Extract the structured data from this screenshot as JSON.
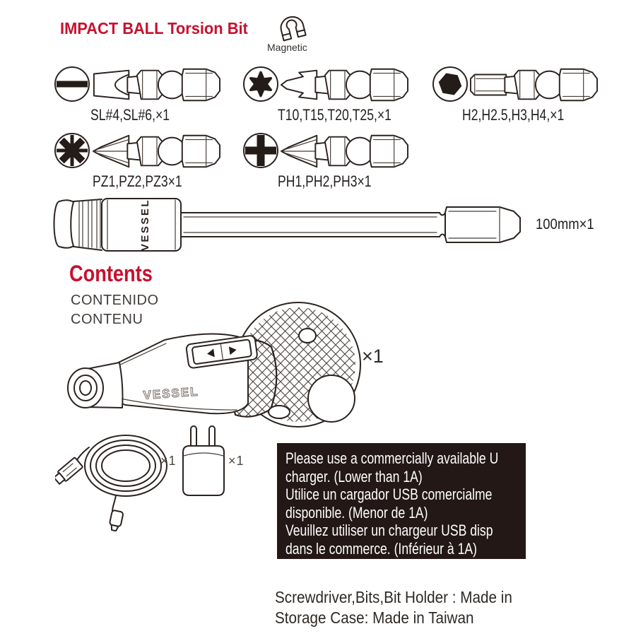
{
  "header": {
    "title": "IMPACT BALL Torsion Bit",
    "magnet_label": "Magnetic",
    "magnet_icon": "horseshoe-magnet-icon"
  },
  "bits": [
    {
      "tip": "slotted",
      "icon": "slotted-tip-icon",
      "label": "SL#4,SL#6,×1"
    },
    {
      "tip": "torx",
      "icon": "torx-tip-icon",
      "label": "T10,T15,T20,T25,×1"
    },
    {
      "tip": "hex",
      "icon": "hex-tip-icon",
      "label": "H2,H2.5,H3,H4,×1"
    },
    {
      "tip": "pozidriv",
      "icon": "pozidriv-tip-icon",
      "label": "PZ1,PZ2,PZ3×1"
    },
    {
      "tip": "phillips",
      "icon": "phillips-tip-icon",
      "label": "PH1,PH2,PH3×1"
    }
  ],
  "bit_holder": {
    "brand": "VESSEL",
    "qty_label": "100mm×1"
  },
  "contents": {
    "heading": "Contents",
    "subheading_es": "CONTENIDO",
    "subheading_fr": "CONTENU",
    "screwdriver_brand": "VESSEL",
    "screwdriver_qty": "×1",
    "usb_cable_qty": "×1",
    "usb_charger_qty": "×1"
  },
  "notice": {
    "lines": [
      "Please use a commercially available U",
      "charger. (Lower than 1A)",
      "Utilice un cargador USB comercialme",
      "disponible. (Menor de 1A)",
      "Veuillez utiliser un chargeur USB disp",
      "dans le commerce. (Inférieur à 1A)"
    ]
  },
  "footer": {
    "origin_line1": "Screwdriver,Bits,Bit Holder : Made in",
    "origin_line2": "Storage Case: Made in Taiwan"
  },
  "colors": {
    "accent_red": "#C8102E",
    "notice_bg": "#231815",
    "line_dark": "#2b2320",
    "text_dark": "#302b28"
  }
}
